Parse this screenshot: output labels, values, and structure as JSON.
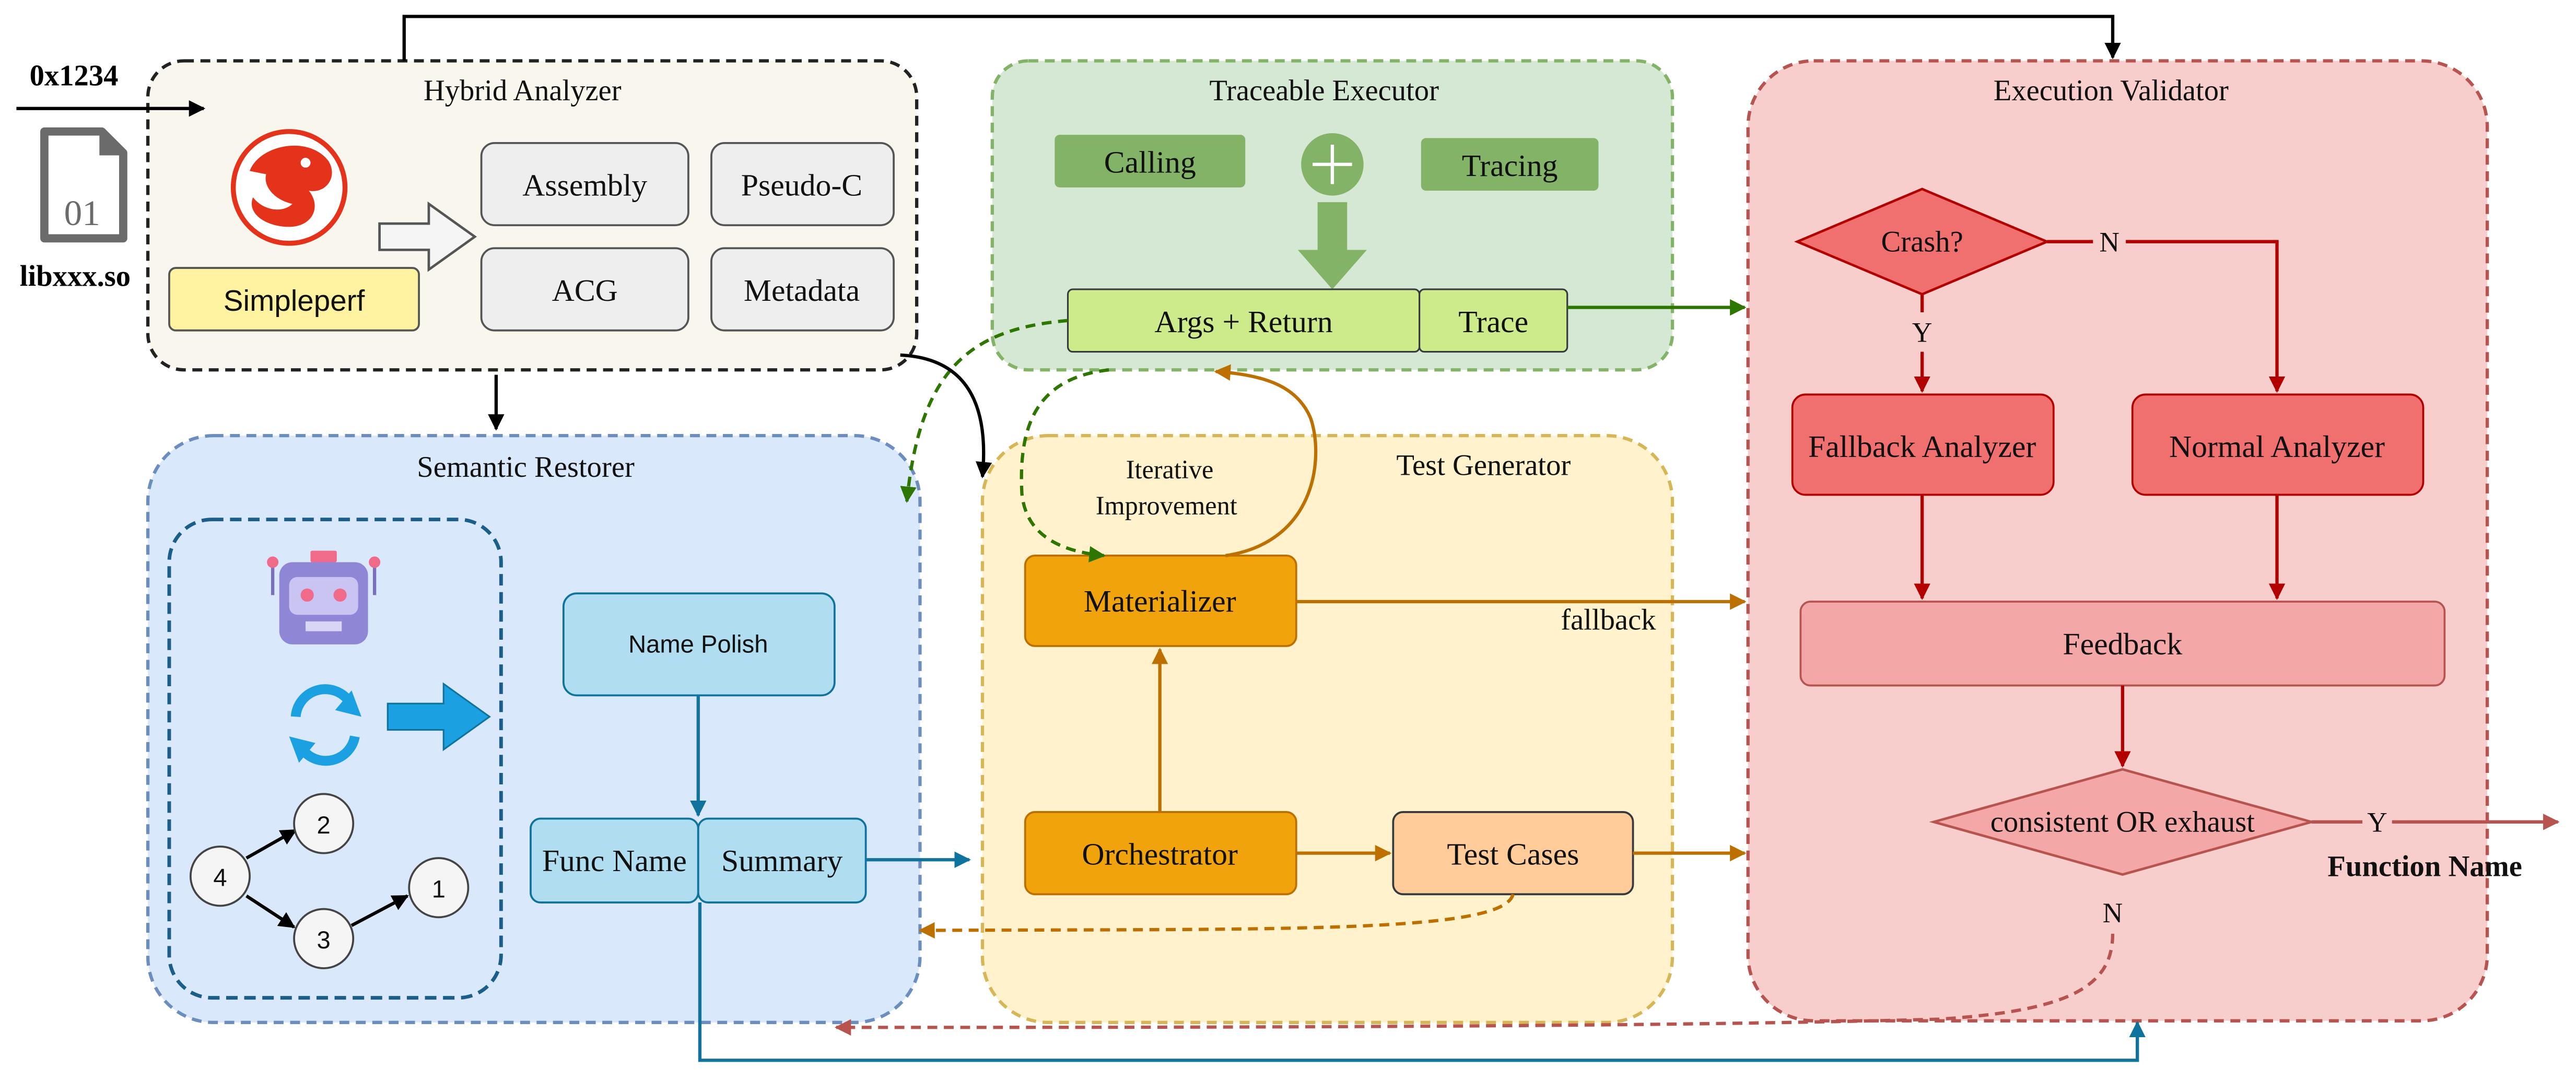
{
  "input": {
    "address": "0x1234",
    "file_glyph": "01",
    "file_name": "libxxx.so"
  },
  "hybrid_analyzer": {
    "title": "Hybrid Analyzer",
    "tool": "Simpleperf",
    "outputs": [
      "Assembly",
      "Pseudo-C",
      "ACG",
      "Metadata"
    ]
  },
  "traceable_executor": {
    "title": "Traceable Executor",
    "calling": "Calling",
    "tracing": "Tracing",
    "args_return": "Args + Return",
    "trace": "Trace"
  },
  "execution_validator": {
    "title": "Execution Validator",
    "crash_decision": "Crash?",
    "no_label": "N",
    "yes_label": "Y",
    "fallback_analyzer": "Fallback Analyzer",
    "normal_analyzer": "Normal Analyzer",
    "feedback": "Feedback",
    "final_decision": "consistent OR exhaust",
    "final_yes": "Y",
    "final_no": "N",
    "output": "Function Name"
  },
  "semantic_restorer": {
    "title": "Semantic Restorer",
    "graph_nodes": [
      "4",
      "2",
      "3",
      "1"
    ],
    "name_polish": "Name Polish",
    "func_name": "Func Name",
    "summary": "Summary"
  },
  "test_generator": {
    "title": "Test Generator",
    "iterative": "Iterative",
    "improvement": "Improvement",
    "materializer": "Materializer",
    "orchestrator": "Orchestrator",
    "test_cases": "Test Cases",
    "fallback_label": "fallback"
  },
  "colors": {
    "hybrid_bg": "#f9f6ee",
    "executor_bg": "#d5e8d4",
    "executor_border": "#82b366",
    "validator_bg": "#f8cecc",
    "validator_border": "#b85450",
    "restorer_bg": "#dae8fc",
    "restorer_border": "#6c8ebf",
    "generator_bg": "#fff2cc",
    "generator_border": "#d6b656",
    "red_node": "#f07070",
    "orange_node": "#f0a30a",
    "blue_node": "#b1ddf0",
    "green_node": "#82b366",
    "light_green_node": "#cdeb8b",
    "arrow_green": "#2d7600",
    "arrow_red": "#b20000",
    "arrow_orange": "#bd7000",
    "arrow_blue": "#10739e"
  }
}
